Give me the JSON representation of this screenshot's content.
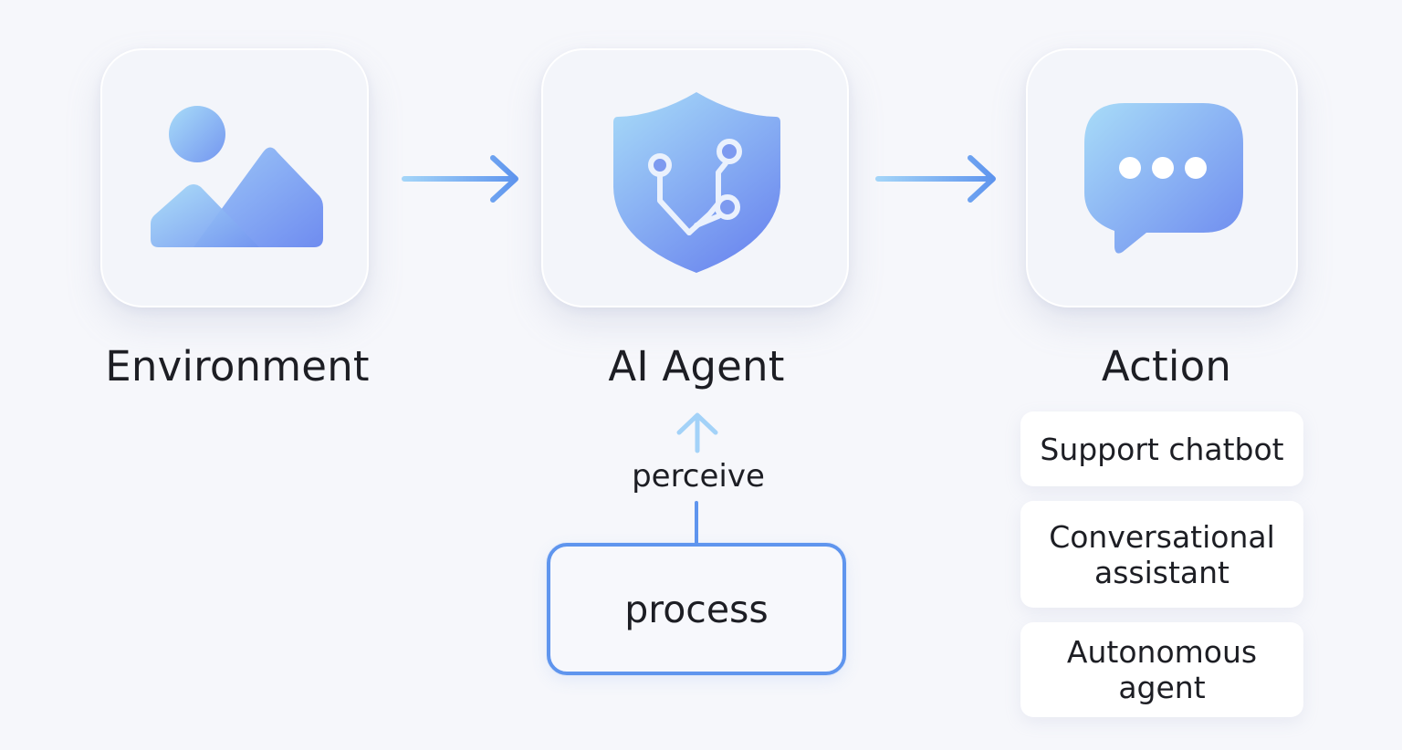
{
  "nodes": {
    "environment": {
      "label": "Environment",
      "icon": "image-landscape-icon"
    },
    "agent": {
      "label": "AI Agent",
      "icon": "shield-circuit-icon"
    },
    "action": {
      "label": "Action",
      "icon": "chat-bubble-icon"
    }
  },
  "feedback": {
    "perceive_label": "perceive",
    "process_label": "process"
  },
  "action_options": [
    "Support chatbot",
    "Conversational\nassistant",
    "Autonomous\nagent"
  ],
  "colors": {
    "background": "#f6f7fb",
    "card": "#f3f5fa",
    "accent_blue": "#5f95ee",
    "arrow_light_blue": "#9fd1f7",
    "gradient_start": "#a8dcf8",
    "gradient_end": "#6f8ff0",
    "text": "#1d1e24"
  }
}
